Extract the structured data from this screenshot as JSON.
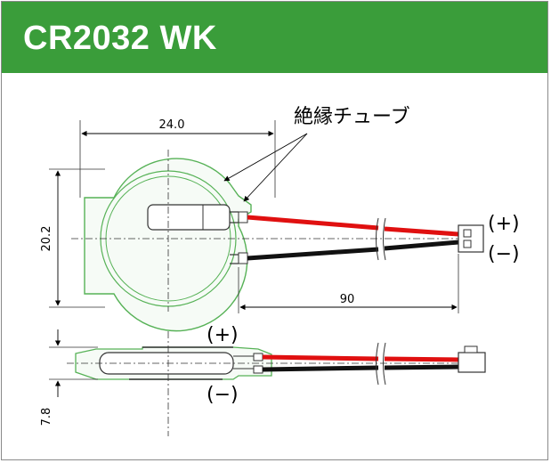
{
  "header": {
    "title": "CR2032 WK"
  },
  "diagram": {
    "callout_label": "絶縁チューブ",
    "dimensions": {
      "width": "24.0",
      "height": "20.2",
      "lead_length": "90",
      "thickness": "7.8"
    },
    "polarity": {
      "top_positive": "(+)",
      "top_negative": "(−)",
      "side_positive": "(+)",
      "side_negative": "(−)"
    },
    "colors": {
      "header": "#3a9d3a",
      "positive_wire": "#e01010",
      "negative_wire": "#111111",
      "insulation_outline": "#57b257"
    }
  }
}
